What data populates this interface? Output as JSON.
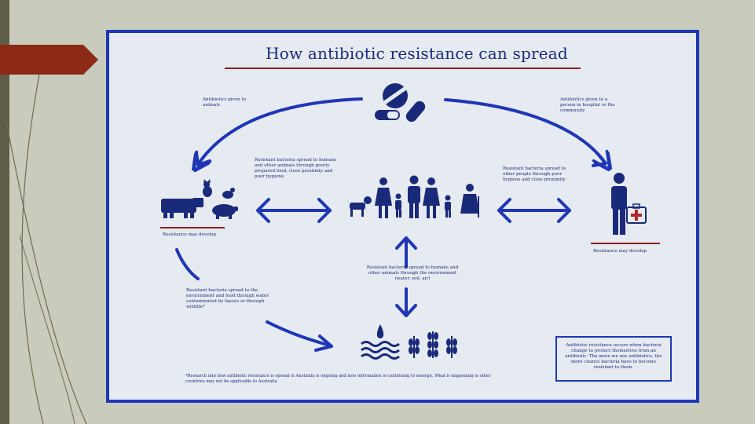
{
  "diagram": {
    "title": "How antibiotic resistance can spread",
    "labels": {
      "animals_source": "Antibiotics given to animals",
      "community_source": "Antibiotics given to a person in hospital or the community",
      "animals_to_humans": "Resistant bacteria spread to humans and other animals through poorly prepared food, close proximity and poor hygiene",
      "person_to_person": "Resistant bacteria spread to other people through poor hygiene and close proximity",
      "animal_resistance": "Resistance may develop",
      "person_resistance": "Resistance may develop",
      "environment_spread": "Resistant bacteria spread to humans and other animals through the environment (water, soil, air)",
      "water_spread": "Resistant bacteria spread to the environment and food through water contaminated by faeces or through wildlife*",
      "footnote": "*Research into how antibiotic resistance is spread in Australia is ongoing and new information is continuing to emerge. What is happening in other countries may not be applicable to Australia",
      "note": "Antibiotic resistance occurs when bacteria change to protect themselves from an antibiotic. The more we use antibiotics, the more chance bacteria have to become resistant to them."
    },
    "icons": [
      "pills-icon",
      "cow-icon",
      "cat-icon",
      "chicken-icon",
      "pig-icon",
      "family-icon",
      "dog-icon",
      "patient-icon",
      "medical-kit-icon",
      "water-icon",
      "wheat-icon"
    ],
    "colors": {
      "accent": "#1f36b5",
      "rule": "#8c1f24",
      "background": "#e6eaf1"
    }
  }
}
